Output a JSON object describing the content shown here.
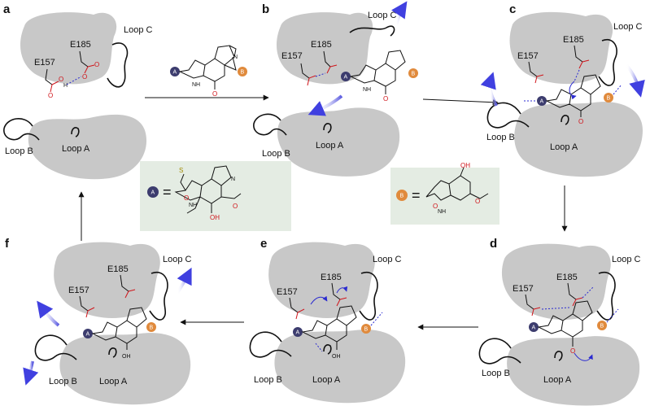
{
  "panels": [
    {
      "letter": "a"
    },
    {
      "letter": "b"
    },
    {
      "letter": "c"
    },
    {
      "letter": "d"
    },
    {
      "letter": "e"
    },
    {
      "letter": "f"
    }
  ],
  "labels": {
    "loop_a": "Loop A",
    "loop_b": "Loop B",
    "loop_c": "Loop C",
    "e157": "E157",
    "e185": "E185"
  },
  "atoms": {
    "oxygen": "O",
    "nitrogen": "N",
    "hydrogen": "H",
    "nh": "NH",
    "oh": "OH",
    "sulfur": "S"
  },
  "badges": {
    "a": "A",
    "b": "B"
  },
  "legend": {
    "equals": "="
  },
  "colors": {
    "protein": "#c8c8c8",
    "badge_a": "#3c3c6e",
    "badge_b": "#e08a3c",
    "legend_bg": "#e4ece3",
    "h_bond": "#2a2ad0",
    "oxygen": "#d0141a",
    "motion_arrow": "#5a5ae0"
  }
}
